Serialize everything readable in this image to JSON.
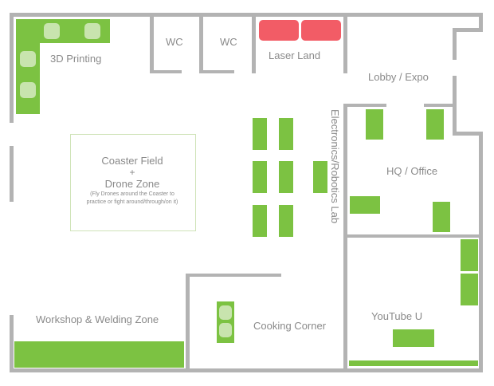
{
  "rooms": {
    "printing_3d": "3D Printing",
    "wc_left": "WC",
    "wc_right": "WC",
    "laser_land": "Laser Land",
    "lobby_expo": "Lobby / Expo",
    "hq_office": "HQ / Office",
    "electronics_lab": "Electronics/Robotics Lab",
    "youtube_u": "YouTube U",
    "cooking_corner": "Cooking Corner",
    "workshop": "Workshop & Welding Zone"
  },
  "coaster": {
    "title_line1": "Coaster Field",
    "plus": "+",
    "title_line2": "Drone Zone",
    "note_line1": "(Fly Drones around the Coaster to",
    "note_line2": "practice or fight around/through/on it)"
  },
  "colors": {
    "wall": "#b3b3b3",
    "furniture": "#7cc242",
    "laser": "#f25c66",
    "seat": "#c8e4ae",
    "label": "#8a8a8a"
  }
}
